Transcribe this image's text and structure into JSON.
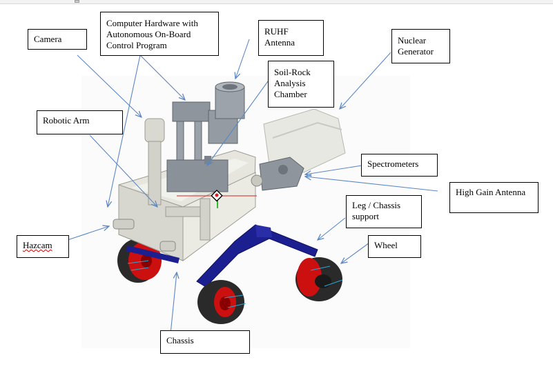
{
  "labels": {
    "camera": "Camera",
    "computer_hardware": "Computer Hardware with Autonomous On-Board Control Program",
    "ruhf_antenna": "RUHF Antenna",
    "nuclear_generator": "Nuclear Generator",
    "soil_rock": "Soil-Rock Analysis Chamber",
    "robotic_arm": "Robotic Arm",
    "spectrometers": "Spectrometers",
    "high_gain_antenna": "High Gain Antenna",
    "leg_chassis_support": "Leg / Chassis support",
    "hazcam": "Hazcam",
    "wheel": "Wheel",
    "chassis": "Chassis"
  },
  "colors": {
    "arrow": "#5b87c6",
    "body": "#e6e6df",
    "hardware": "#8e959c",
    "leg": "#1c1f8f",
    "wheel_tire": "#2a2a2a",
    "wheel_hub": "#cc1010"
  }
}
